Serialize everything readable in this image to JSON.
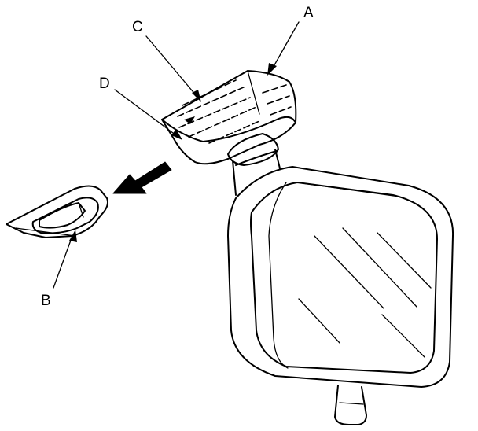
{
  "labels": {
    "a": "A",
    "b": "B",
    "c": "C",
    "d": "D"
  },
  "colors": {
    "stroke": "#000000",
    "background": "#ffffff"
  },
  "icons": {
    "removal_direction": "arrow-left-down-icon"
  }
}
